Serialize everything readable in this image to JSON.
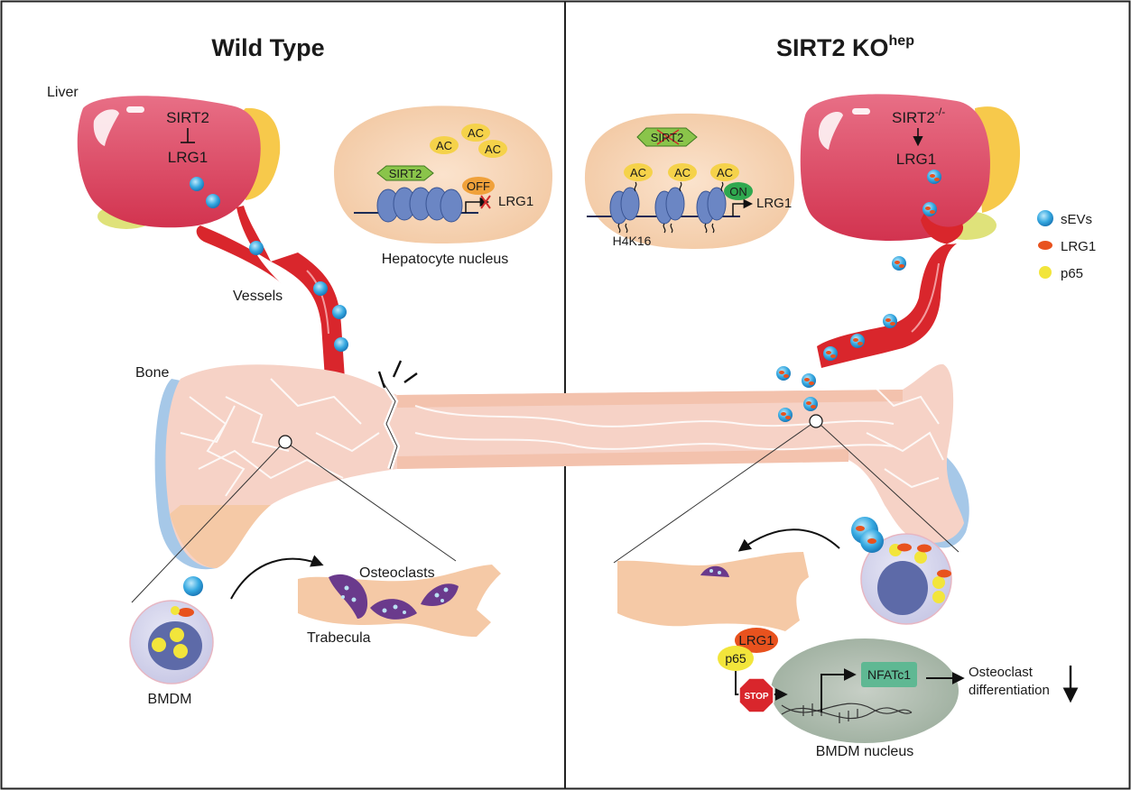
{
  "panels": {
    "left_title": "Wild Type",
    "right_title_main": "SIRT2 KO",
    "right_title_sup": "hep"
  },
  "labels": {
    "liver": "Liver",
    "vessels": "Vessels",
    "bone": "Bone",
    "osteoclasts": "Osteoclasts",
    "trabecula": "Trabecula",
    "bmdm_left": "BMDM",
    "hepatocyte_nucleus": "Hepatocyte nucleus",
    "bmdm_nucleus": "BMDM nucleus",
    "h4k16": "H4K16",
    "osteoclast_diff_line1": "Osteoclast",
    "osteoclast_diff_line2": "differentiation"
  },
  "wt_liver": {
    "sirt2": "SIRT2",
    "lrg1": "LRG1"
  },
  "ko_liver": {
    "sirt2": "SIRT2",
    "sup": "-/-",
    "lrg1": "LRG1"
  },
  "wt_nucleus": {
    "ac": [
      "AC",
      "AC",
      "AC"
    ],
    "sirt2": "SIRT2",
    "off": "OFF",
    "lrg1": "LRG1"
  },
  "ko_nucleus": {
    "ac": [
      "AC",
      "AC",
      "AC"
    ],
    "sirt2": "SIRT2",
    "on": "ON",
    "lrg1": "LRG1"
  },
  "pathway": {
    "lrg1": "LRG1",
    "p65": "p65",
    "stop": "STOP",
    "nfatc1": "NFATc1"
  },
  "legend": [
    {
      "label": "sEVs",
      "color": "#36a9e1"
    },
    {
      "label": "LRG1",
      "color": "#e8521e"
    },
    {
      "label": "p65",
      "color": "#f2e53b"
    }
  ]
}
